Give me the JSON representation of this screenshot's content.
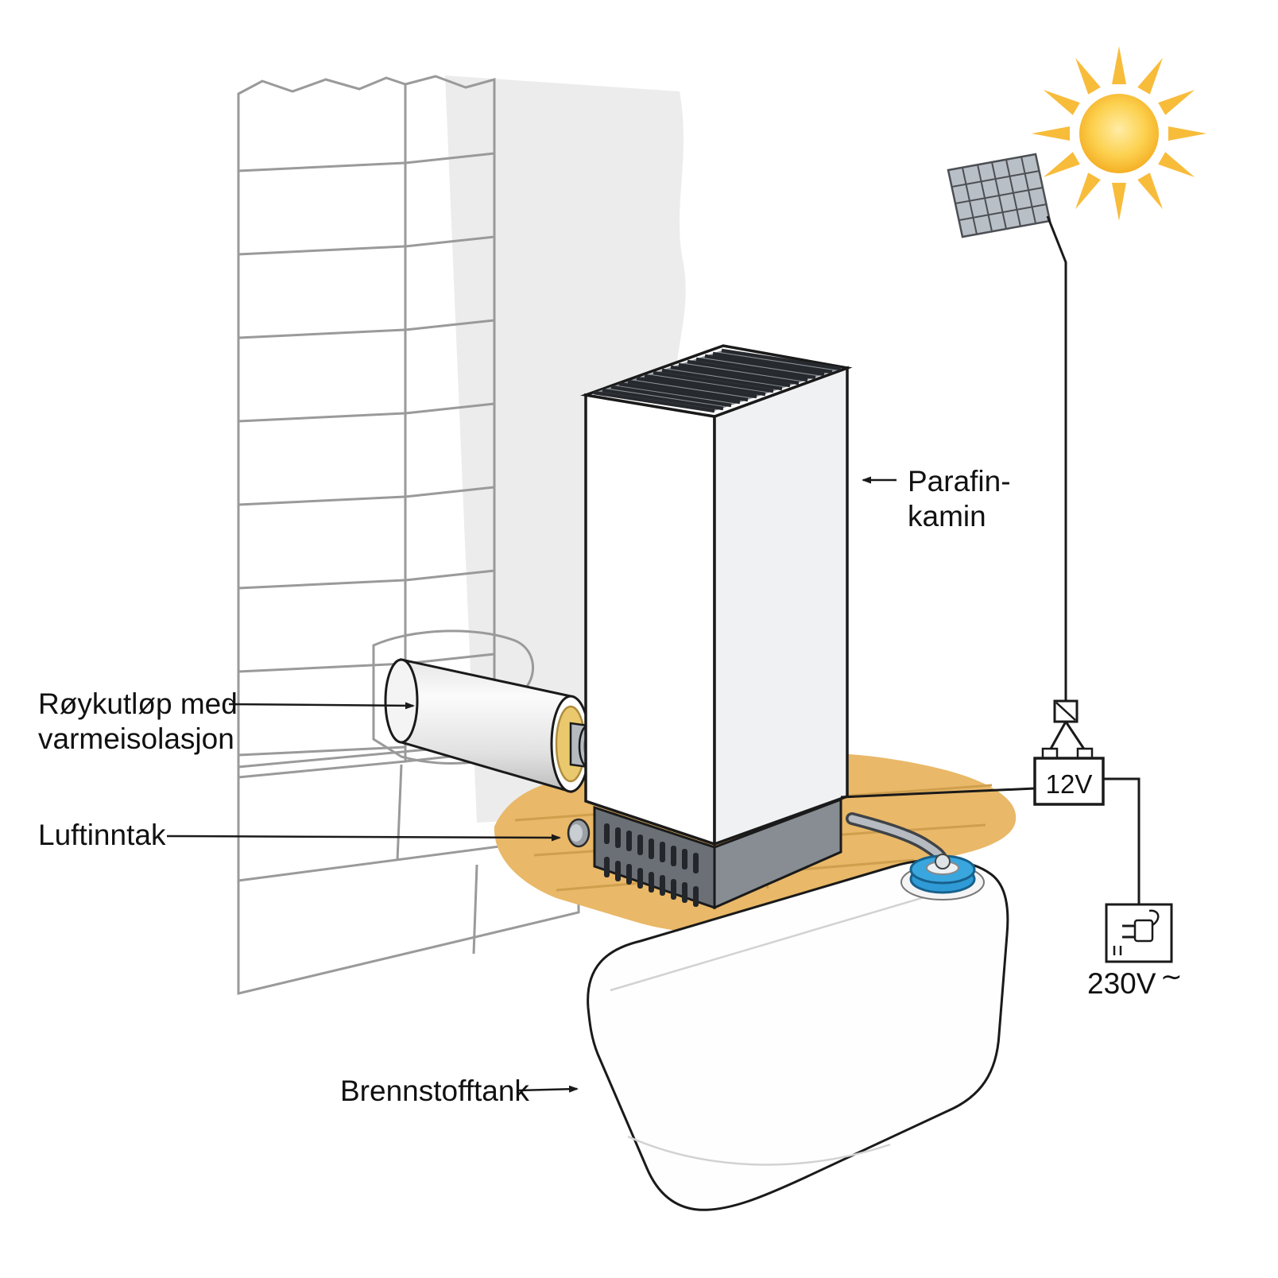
{
  "labels": {
    "heater_line1": "Parafin-",
    "heater_line2": "kamin",
    "smoke_outlet_line1": "Røykutløp med",
    "smoke_outlet_line2": "varmeisolasjon",
    "air_intake": "Luftinntak",
    "fuel_tank": "Brennstofftank",
    "battery": "12V",
    "mains_voltage": "230V",
    "ac_symbol": "∼"
  },
  "colors": {
    "brick_front": "#f2eedc",
    "brick_side": "#e9e4cf",
    "mortar": "#9a9a9a",
    "plaster_wall": "#ececec",
    "floor": "#e9b868",
    "plank_line": "#cf9f4e",
    "sun_ray": "#f8bc3b",
    "sun_core_light": "#ffe9a0",
    "sun_core_dark": "#f3a81c",
    "solar_panel": "#b9bfc6",
    "heater_body": "#ffffff",
    "heater_side": "#f0f1f2",
    "heater_top": "#8a9197",
    "heater_base_dark": "#6b7076",
    "heater_base_light": "#878d93",
    "tank_cap_blue": "#2f9bd6",
    "insulation_yellow": "#eac96e",
    "hose_gray": "#b6bbc1",
    "outline": "#1a1a1a"
  }
}
